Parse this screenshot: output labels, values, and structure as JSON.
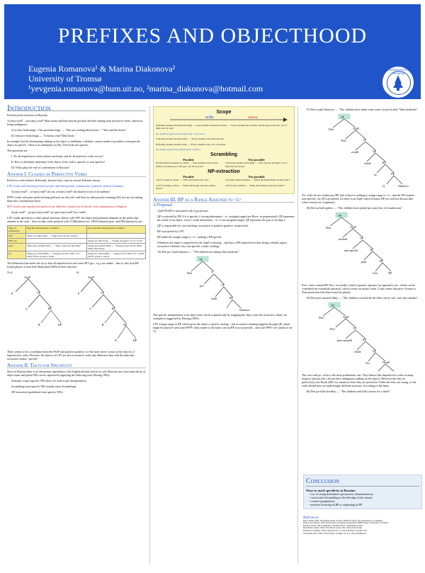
{
  "header": {
    "title": "PREFIXES AND OBJECTHOOD",
    "authors": "Eugenia Romanova¹ & Marina Diakonova²",
    "affiliation": "University of Tromsø",
    "emails": "¹yevgenia.romanova@hum.uit.no, ²marina_diakonova@hotmail.com",
    "logo_text": "UNIVERSITETET I TROMSØ"
  },
  "intro": {
    "heading": "Introduction",
    "lead": "Prefixal perfectivization in Russian:",
    "ex1": "1) (any) read* – pro-(any) read* Mass nouns and bare plurals get their definite reading from perfective verbs, otherwise being ambiguous:",
    "ex2a": "2) a) Ona čitala knigi. / Ona pročitala knigi. — \"She was reading (the) books.\" / \"She read the books.\"",
    "ex2b": "b) Lena pro-čitala knigu — \"Lena has read *(the) book.\"",
    "p1": "In example (2a) the dominating reading on the object is indefinite, a definite context makes it possible to interpret the object as specific. There is no ambiguity in (2b). The books are specific.",
    "q_head": "The questions are:",
    "q1": "I. Do all imperfective verbs behave uniformly and do all perfective verbs do too?",
    "q2": "II. How to definitely determine if the object of the verb is specific or non-specific?",
    "q3": "III. What plays the role of a determiner in Russian?"
  },
  "answer1": {
    "heading": "Answer I. Classes of Perfective Verbs",
    "p1": "Perfective verbs behave differently, because they come in several different classes:",
    "lpv": "LPV (verbs with lexical prefixes) are telic and idiosyncratic, reminiscent of particle verbs in Germanic:",
    "lpv_ex": "3) (any) read* – to-(any) read* sth out, za-(any) read* sth aloud in front of an audience",
    "pfpv": "PFPV (verbs with pure perfectivizing prefixes) are also telic and have no idiosyncratic meaning (3b) (we are not taking them into consideration here)",
    "spv": "SPV (verbs with superlexical prefixes) are different, reminiscent of adverb-verb combinations in English:",
    "spv_ex": "4) pay read* – po-pay (any) read*, po-pay (any) read* for a while",
    "p2": "LPV render specificity to their plural and mass objects with SPV the object interpretation depends on the prefix that attaches to the verb – here we take verbs prefixed with CUM(ulative) na-, DIST(ributive) pere- and DEL(imitative) po-:",
    "table_head": [
      "Type of prefixation",
      "Specific interpretation of Object",
      "Non-Specific interpretation of Object"
    ],
    "table_rows": [
      [
        "LPV",
        "Tanja vy-čitala statji — \"Tanja read out the articles\"",
        "--"
      ],
      [
        "SPV: na-",
        "--",
        "Sergej na-čital statej — \"Sergej chopped a lot of wood\""
      ],
      [
        "pere-",
        "Tanja pere-gladila bjuly — \"Tanja ironed all the linen\"",
        "Sergej pere-gladil bjuly — \"Sergej ironed all the linen, thing after thing\""
      ],
      [
        "po-",
        "Sergej po-čital knižku — \"Sergej read the comic for a while before going to sleep\"",
        "Sergej po-čital knižki — \"Sergej read comics for a while before going to sleep\""
      ]
    ],
    "p3": "The difference that meets the eye is that all imperfectives and some SPV (po-, e.g.) are unlike – that is, they lack RP (result phrase, a term from Ramchand 2003) in their structure:",
    "tree_a": "5) a)",
    "tree_b": "b)",
    "p4": "There seems to be a correlation between PerfP and partitive genitive, for the latter never occurs on the objects of imperfective verbs. However the objects of LPV are also accusative, with only difference that with the latter this accusative means \"specific\"."
  },
  "answer2": {
    "heading": "Answer II. Tests for Specificity",
    "p1": "Since in Russian there is no determiner equivalent to the English definite article we will illustrate how (non-)specificity of object mass and plural NPs can be captured by applying the following tests (Dosing 1992):",
    "tests": [
      "Semantic scope (specific NPs allow for wide scope interpretation)",
      "Scrambling (non-specific NPs usually resist Scrambling)",
      "NP-extraction (prohibited from specific NPs)"
    ]
  },
  "panel": {
    "scope_head": "Scope",
    "wide": "wide",
    "narrow": "narrow",
    "scope_items": [
      "6) Každyj student čital/pročital statji — every student read/read articles — \"Every student has read the articles (up to the end / all of them one by one)\"",
      "Op. [articles (y)] Every [student (x)]: x has read y",
      "7) Každyj student pročital statji — \"Every student read (the) articles\"",
      "8) Každyj student načital statej — \"Every student read a lot of articles\"",
      "Op. [many (y)] Every [student (x)]: x reads y"
    ],
    "scram_head": "Scrambling",
    "possible": "Possible",
    "not_possible": "Not possible",
    "scram_items": [
      "9) Statji Rituzi studenty vy-čitali — \"The students read out the articles by Rituzi up to the end / all one by one!\"",
      "10) Sobak sobaka na-kormila — \"The dog has brought a lot of mud into the house\""
    ],
    "ext_head": "NP-extraction",
    "ext_items": [
      "12) Čto Tanja vy-čitala — \"What did Tanja read out?\"",
      "14) Ljudi mamu načitala — \"What did Mum make-ravioli with?\"",
      "15) Čto Sergej po-čital — \"What did Sergej read the articles about?\"",
      "16) Čto deti načitali — \"What did children read lots about?\""
    ]
  },
  "answer3": {
    "heading": "Answer III. RP as a Range Assigner to <e>",
    "proposal": "A Proposal",
    "items": [
      "AspP (PerfP) is associated with Q projection.",
      "QP is selected by DP. If it is specific (<strong determiner> <e> assigned range (see Borer, in preparation)), QP represents the whole of an object; if not (<weak determiner> <e> is not assigned range), QP represents the part of an object.",
      "QP is responsible for case marking: accusative or partitive genitive, respectively.",
      "RP is projected by LPV.",
      "RP indirectly assigns range to <e>, making a DP specific.",
      "Whenever the aspect is imperfective the AspP is missing – and thus a DP (imperfective thus being a default aspect, accusative a default case, non-specific a basic reading)."
    ],
    "ex16": "16) Deti pro-čitali lekarstvo — \"The children are taking (the) medicine\"",
    "p_end": "The specific interpretation of an object here can be acquired only by mapping the object onto the restrictive clause, for example as suggested by Diesing (1992).",
    "p_end2": "LPV assigns range to RP, which gives the object a specific reading – this accusative marking happens through QP, which might be partitive with some PFPV (thus maybe to the latter case an RP is not projected – and such PFPV are similar to na-V)."
  },
  "col3": {
    "ex17": "17) Deti za-pili lekarstvo — \"The children have taken some water (or juice) after *(the) medicine\"",
    "p1": "Na- verbs do not contain any RP, that is there is nothing to assign range to <e>, and the NP remains non-specific, yet QP is projected, for there is an AspP, which licenses DP (we will not discuss here where exactly na- originates):",
    "ex18": "18) Deti na-brali gribov — \"The children have picked up some (lots of) mushrooms\"",
    "p2": "Pere- verbs contain RP. Pere- is actually a kind of generic operator (as opposed to na-, which can be considered an existential operator), which creates an atomic event. It also seems that pere- licenses a Num projection (the object must be plural):",
    "ex19": "19) Deti pere-smotreli filmy — \"The children watched all the films one by one / one after another\"",
    "p3": "The case with po- verbs is the most problematic one. They behave like imperfective verbs in many respects (always telic, always have ambiguous reading on the object). However the tests for perfectivity (see Borik 2002, for instance) show they are perfective. Either the tests are wrong, or the verbs should have an underlyingly different structure. According to the latter:",
    "ex20": "20) Deti po-čitali komiksy — \"The children read (the) comics for a while\"",
    "concl_head": "Conclusion",
    "concl_lead": "Ways to mark specificity in Russian:",
    "concl_items": [
      "use of strong determiners (possessive, demonstratives)",
      "word order (Scrambling to the left-edge of the clause)",
      "context (pragmatics)",
      "prefixes licensing an RP or originating in RP"
    ],
    "refs_head": "References",
    "refs": [
      "Borer, Hagit. 2005. Structuring Sense: An Exo-Skeletal Trilogy (in preparation). Los Angeles.",
      "Diakonova, Marina. 2004. Word Order in English and Russian. MPhil Thesis. University of Tromsø.",
      "Diesing, Molly. 1992. Indefinites. The MIT Press. Cambridge/London.",
      "Ramchand, Gillian. 2003. First Phase Syntax. Ms. Oxford University.",
      "Romanova, Eugenia. 2004. Superlexical vs. Lexical Prefixes. Nordlyd 32.2.",
      "Svenonius, Peter. 2004. On the Edge. In Adger, D. et al. (eds.) Peripheries."
    ]
  }
}
